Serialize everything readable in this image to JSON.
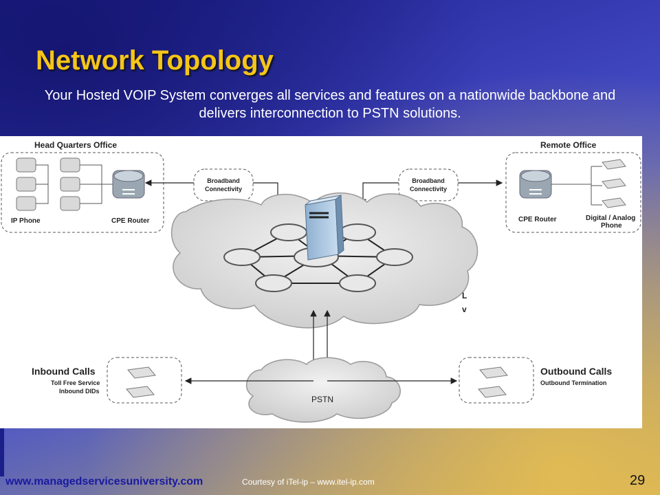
{
  "slide": {
    "title": "Network Topology",
    "subtitle": "Your Hosted VOIP System converges all services and features on a nationwide backbone and delivers interconnection to PSTN solutions.",
    "footer_url": "www.managedservicesuniversity.com",
    "footer_credit": "Courtesy of iTel-ip – www.itel-ip.com",
    "page_number": "29"
  },
  "diagram": {
    "hq_label": "Head Quarters Office",
    "remote_label": "Remote Office",
    "ip_phone_label": "IP Phone",
    "cpe_router_label_left": "CPE Router",
    "cpe_router_label_right": "CPE Router",
    "digital_phone_label_1": "Digital / Analog",
    "digital_phone_label_2": "Phone",
    "broadband_left_1": "Broadband",
    "broadband_left_2": "Connectivity",
    "broadband_right_1": "Broadband",
    "broadband_right_2": "Connectivity",
    "inbound_title": "Inbound Calls",
    "inbound_sub_1": "Toll Free Service",
    "inbound_sub_2": "Inbound DIDs",
    "outbound_title": "Outbound Calls",
    "outbound_sub": "Outbound Termination",
    "pstn_label": "PSTN",
    "cut_label_1": "L",
    "cut_label_2": "v"
  }
}
